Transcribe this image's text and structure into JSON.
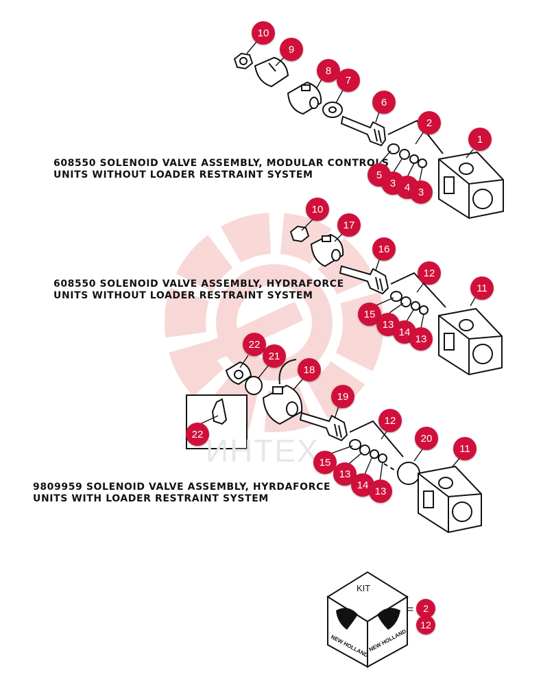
{
  "captions": {
    "c1_line1": "608550 SOLENOID VALVE ASSEMBLY, MODULAR CONTROLS",
    "c1_line2": "UNITS WITHOUT LOADER RESTRAINT SYSTEM",
    "c2_line1": "608550 SOLENOID VALVE ASSEMBLY, HYDRAFORCE",
    "c2_line2": "UNITS WITHOUT LOADER RESTRAINT SYSTEM",
    "c3_line1": "9809959 SOLENOID VALVE ASSEMBLY, HYRDAFORCE",
    "c3_line2": "UNITS WITH LOADER RESTRAINT SYSTEM"
  },
  "callouts": {
    "a1": "10",
    "a2": "9",
    "a3": "8",
    "a4": "7",
    "a5": "6",
    "a6": "2",
    "a7": "1",
    "a8": "5",
    "a9": "3",
    "a10": "4",
    "a11": "3",
    "b1": "10",
    "b2": "17",
    "b3": "16",
    "b4": "12",
    "b5": "11",
    "b6": "15",
    "b7": "13",
    "b8": "14",
    "b9": "13",
    "c1": "22",
    "c2": "21",
    "c3": "18",
    "c4": "19",
    "c5": "12",
    "c6": "20",
    "c7": "11",
    "c8": "15",
    "c9": "13",
    "c10": "14",
    "c11": "13",
    "c12": "22",
    "k1": "2",
    "k2": "12"
  },
  "kit": {
    "label": "KIT",
    "equals": "=",
    "brand_left": "NEW HOLLAND",
    "brand_right": "NEW HOLLAND"
  },
  "watermark": {
    "text": "ИНТЕХ",
    "color": "#f4b8b8"
  },
  "colors": {
    "callout": "#d0103a",
    "line": "#111111"
  }
}
